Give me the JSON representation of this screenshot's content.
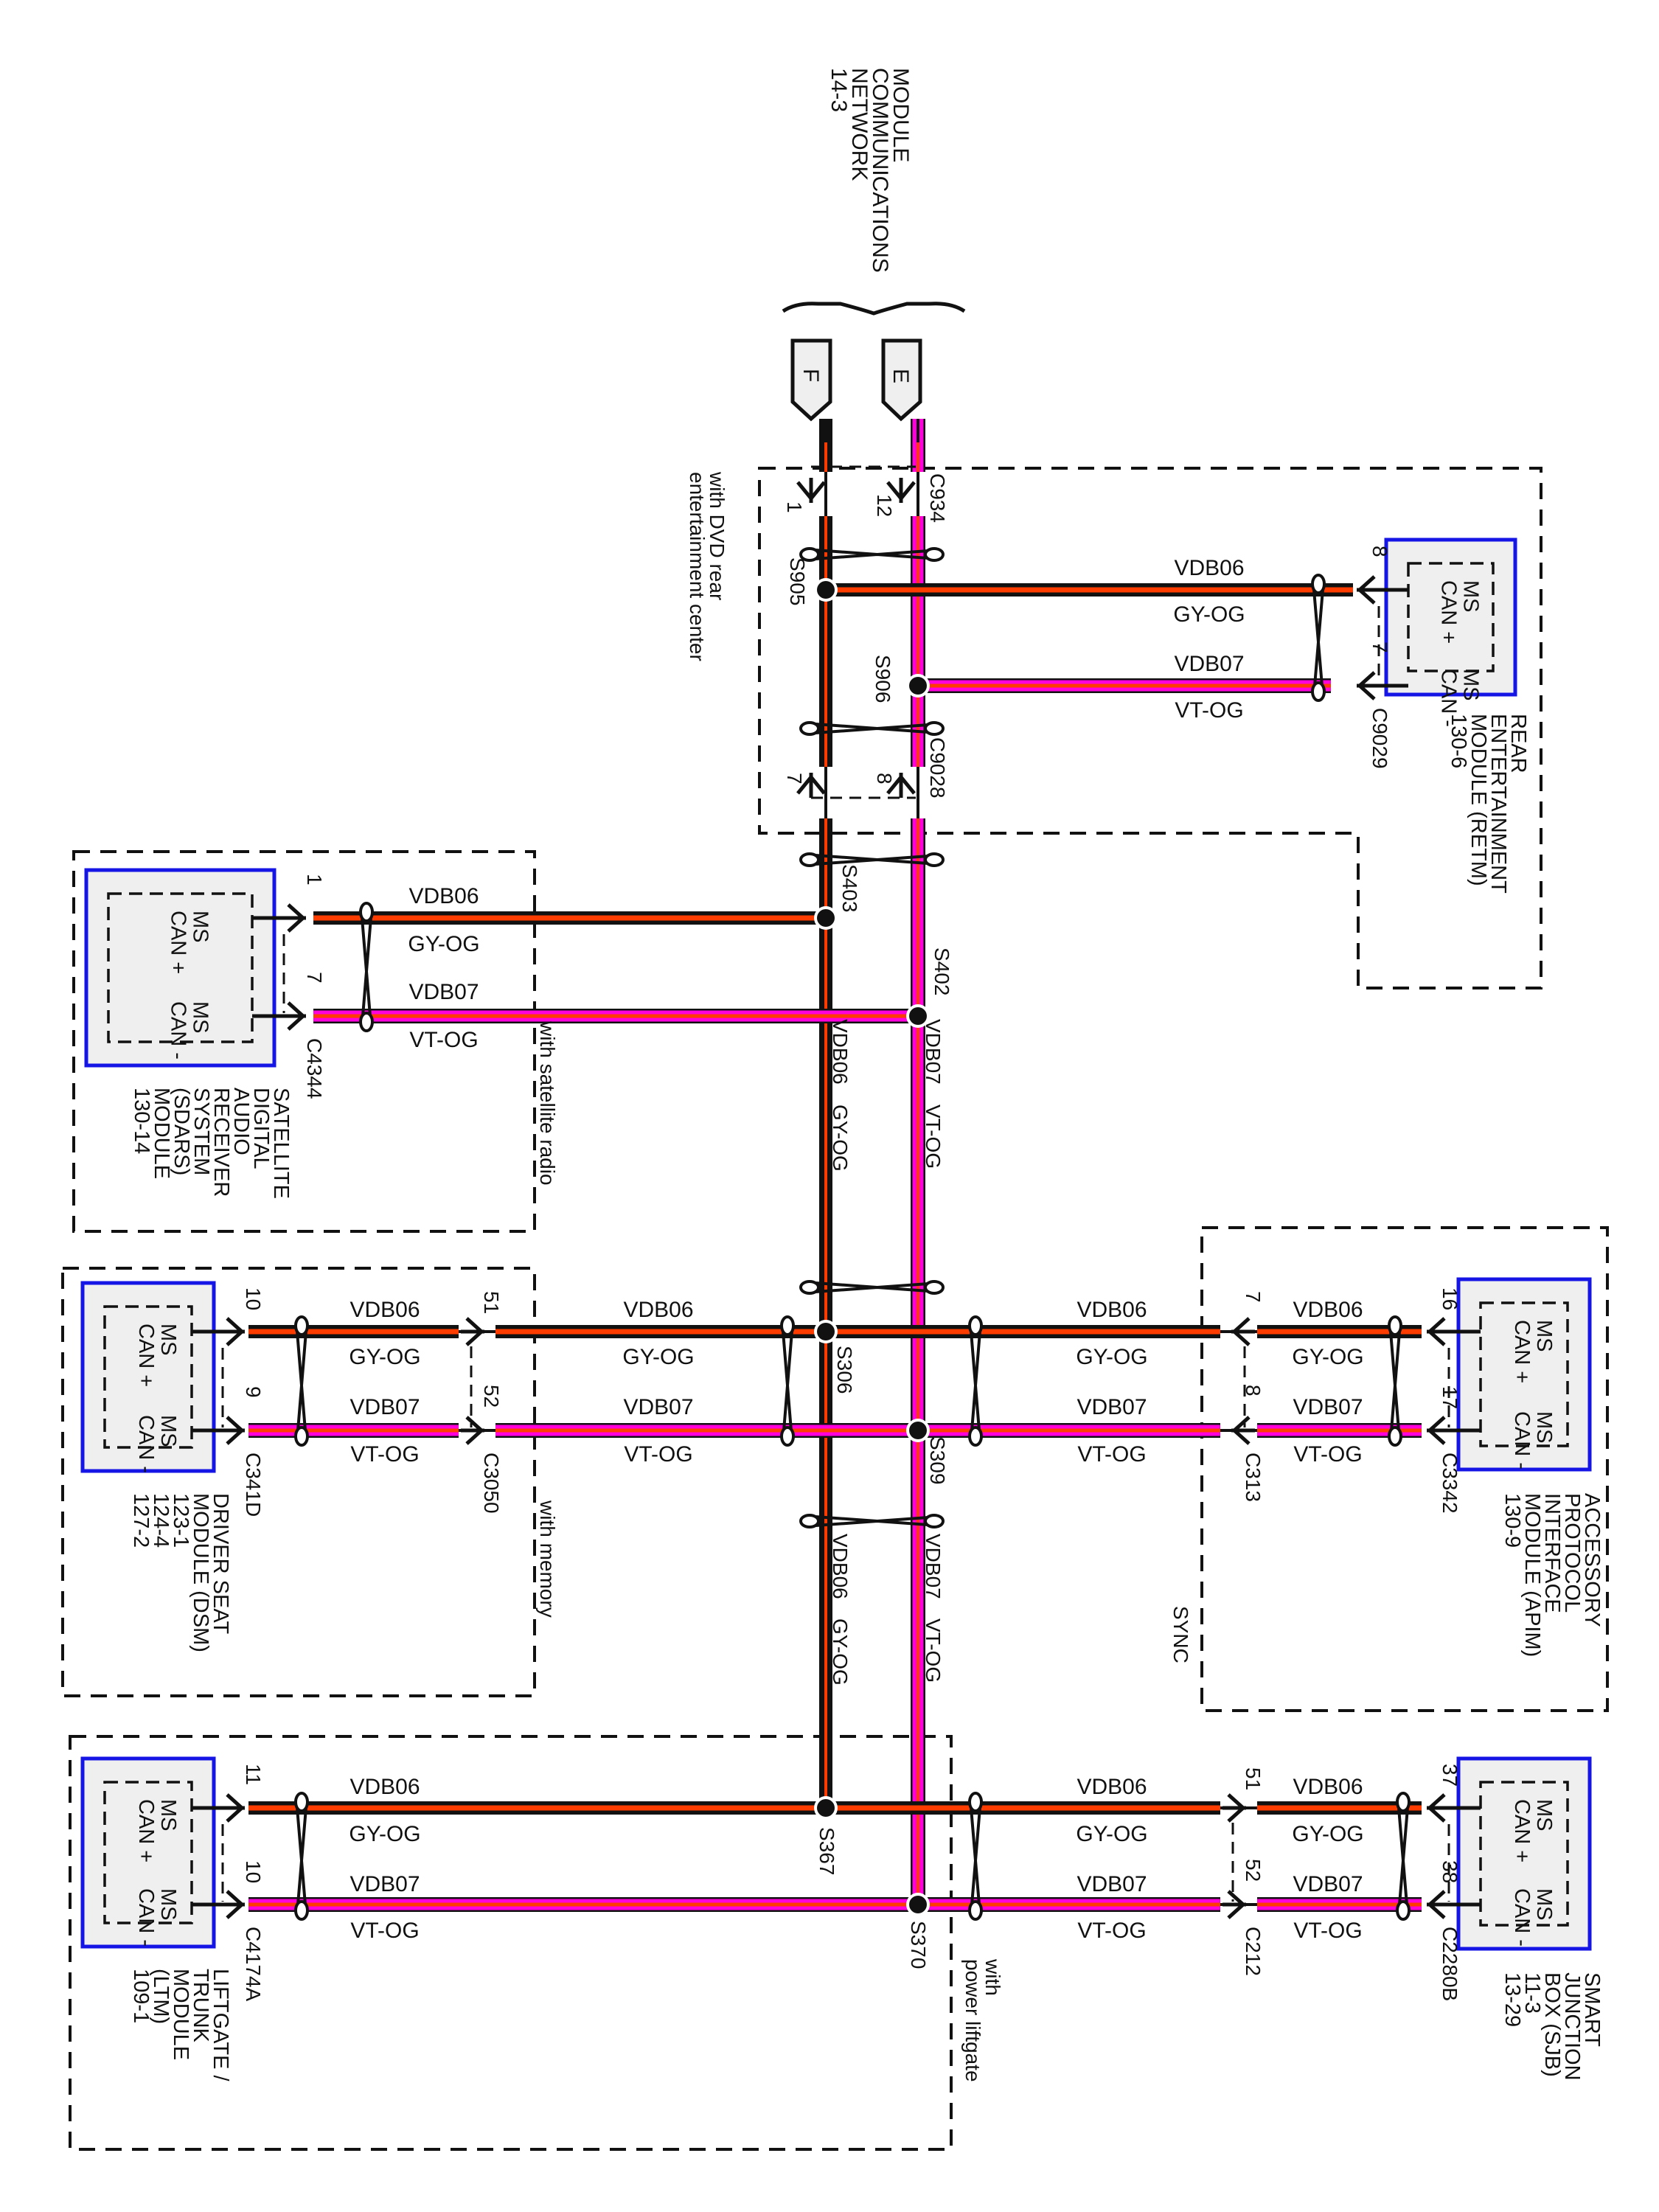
{
  "title_ref": {
    "lines": [
      "MODULE",
      "COMMUNICATIONS",
      "NETWORK",
      "14-3"
    ]
  },
  "colors": {
    "vdb06_outer": "#111111",
    "vdb06_stripe": "#ff3c00",
    "vdb07_outer": "#ff00dd",
    "vdb07_stripe": "#ff3c00",
    "module_border": "#1515e6",
    "module_fill": "#efefef",
    "connector_fill": "#efefef"
  },
  "off_page_connectors": [
    {
      "letter": "F",
      "circuit": "VDB06"
    },
    {
      "letter": "E",
      "circuit": "VDB07"
    }
  ],
  "circuits": {
    "can_plus": {
      "id": "VDB06",
      "color": "GY-OG"
    },
    "can_minus": {
      "id": "VDB07",
      "color": "VT-OG"
    }
  },
  "pin_labels": {
    "plus": "MS CAN +",
    "minus": "MS CAN -",
    "ms": "MS",
    "can_plus": "CAN +",
    "can_minus": "CAN -"
  },
  "inline_connectors": {
    "c934": {
      "name": "C934",
      "pin_f": "1",
      "pin_e": "12"
    },
    "c9028": {
      "name": "C9028",
      "pin_f": "7",
      "pin_e": "8"
    }
  },
  "splices": [
    "S905",
    "S906",
    "S403",
    "S402",
    "S306",
    "S309",
    "S367",
    "S370"
  ],
  "option_labels": {
    "dvd": [
      "with DVD rear",
      "entertainment center"
    ],
    "satellite": "with satellite radio",
    "memory": "with memory",
    "sync": "SYNC",
    "liftgate": [
      "with",
      "power liftgate"
    ]
  },
  "trunk_labels": {
    "upper": {
      "f_id": "VDB06",
      "f_color": "GY-OG",
      "e_id": "VDB07",
      "e_color": "VT-OG"
    },
    "lower": {
      "f_id": "VDB06",
      "f_color": "GY-OG",
      "e_id": "VDB07",
      "e_color": "VT-OG"
    }
  },
  "modules": [
    {
      "key": "retm",
      "name_lines": [
        "REAR",
        "ENTERTAINMENT",
        "MODULE (RETM)",
        "130-6"
      ],
      "connector": "C9029",
      "pin_plus": "8",
      "pin_minus": "7"
    },
    {
      "key": "sdars",
      "name_lines": [
        "SATELLITE",
        "DIGITAL",
        "AUDIO",
        "RECEIVER",
        "SYSTEM",
        "(SDARS)",
        "MODULE",
        "130-14"
      ],
      "connector": "C4344",
      "pin_plus": "1",
      "pin_minus": "7"
    },
    {
      "key": "dsm",
      "name_lines": [
        "DRIVER SEAT",
        "MODULE (DSM)",
        "123-1",
        "124-4",
        "127-2"
      ],
      "connector": "C341D",
      "pin_plus": "10",
      "pin_minus": "9",
      "inline_connector": "C3050",
      "inline_pin_plus": "51",
      "inline_pin_minus": "52"
    },
    {
      "key": "apim",
      "name_lines": [
        "ACCESSORY",
        "PROTOCOL",
        "INTERFACE",
        "MODULE (APIM)",
        "130-9"
      ],
      "connector": "C3342",
      "pin_plus": "16",
      "pin_minus": "17",
      "inline_connector": "C313",
      "inline_pin_plus": "7",
      "inline_pin_minus": "8"
    },
    {
      "key": "ltm",
      "name_lines": [
        "LIFTGATE /",
        "TRUNK",
        "MODULE",
        "(LTM)",
        "109-1"
      ],
      "connector": "C4174A",
      "pin_plus": "11",
      "pin_minus": "10"
    },
    {
      "key": "sjb",
      "name_lines": [
        "SMART",
        "JUNCTION",
        "BOX (SJB)",
        "11-3",
        "13-29"
      ],
      "connector": "C2280B",
      "pin_plus": "37",
      "pin_minus": "38",
      "inline_connector": "C212",
      "inline_pin_plus": "51",
      "inline_pin_minus": "52"
    }
  ]
}
